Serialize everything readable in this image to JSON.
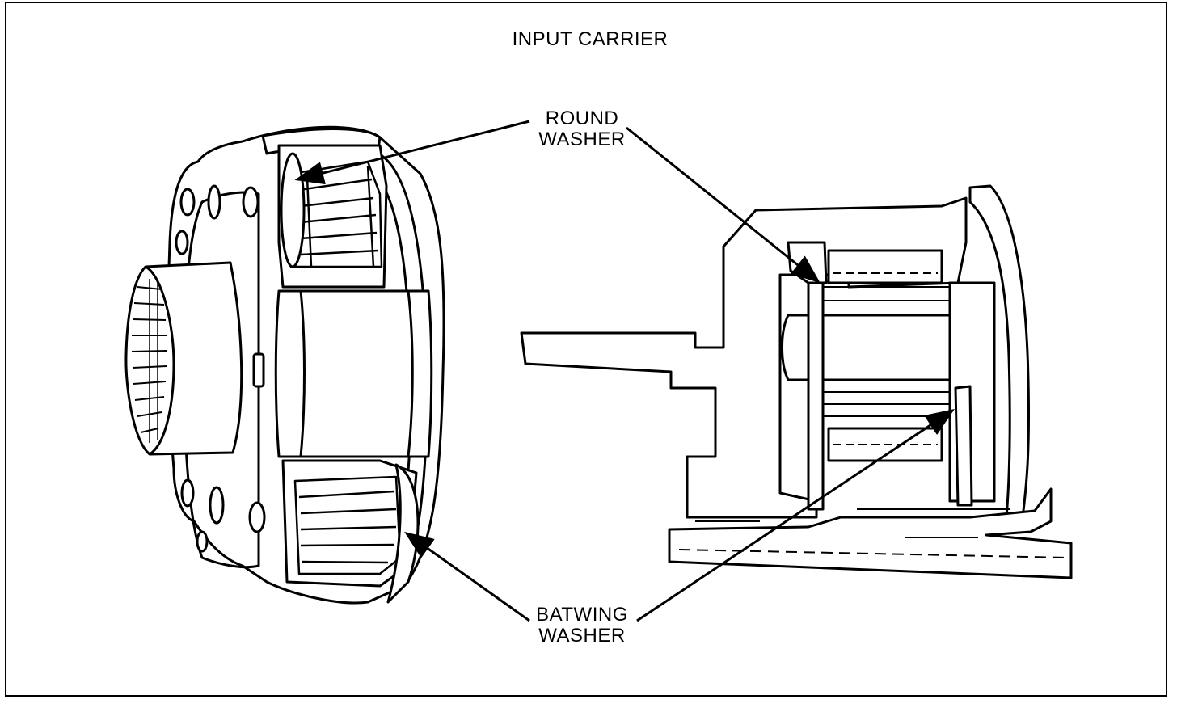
{
  "diagram": {
    "title": "INPUT CARRIER",
    "callouts": {
      "round_washer": [
        "ROUND",
        "WASHER"
      ],
      "batwing_washer": [
        "BATWING",
        "WASHER"
      ]
    }
  },
  "colors": {
    "ink": "#000000",
    "paper": "#ffffff"
  }
}
